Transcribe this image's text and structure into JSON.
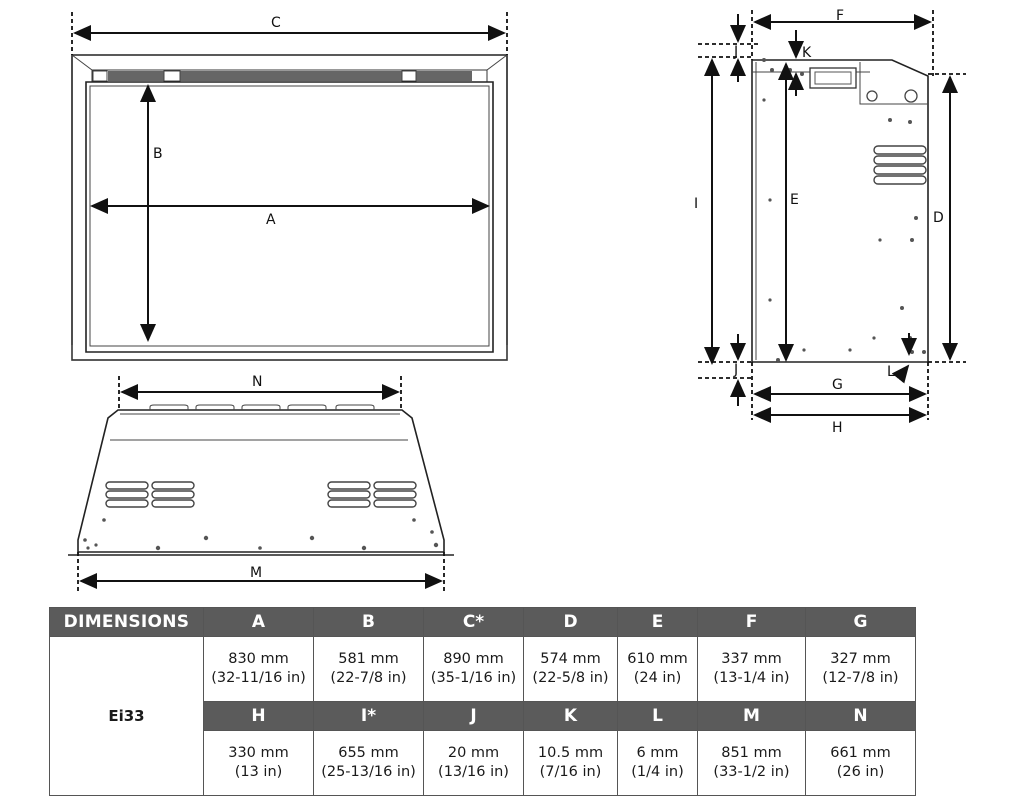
{
  "diagram_labels": {
    "A": "A",
    "B": "B",
    "C": "C",
    "D": "D",
    "E": "E",
    "F": "F",
    "G": "G",
    "H": "H",
    "I": "I",
    "J": "J",
    "K": "K",
    "L": "L",
    "M": "M",
    "N": "N"
  },
  "table": {
    "title": "DIMENSIONS",
    "model": "Ei33",
    "row1": [
      {
        "key": "A",
        "mm": "830 mm",
        "in": "(32-11/16 in)"
      },
      {
        "key": "B",
        "mm": "581 mm",
        "in": "(22-7/8 in)"
      },
      {
        "key": "C*",
        "mm": "890 mm",
        "in": "(35-1/16 in)"
      },
      {
        "key": "D",
        "mm": "574 mm",
        "in": "(22-5/8 in)"
      },
      {
        "key": "E",
        "mm": "610 mm",
        "in": "(24 in)"
      },
      {
        "key": "F",
        "mm": "337 mm",
        "in": "(13-1/4 in)"
      },
      {
        "key": "G",
        "mm": "327 mm",
        "in": "(12-7/8 in)"
      }
    ],
    "row2": [
      {
        "key": "H",
        "mm": "330 mm",
        "in": "(13 in)"
      },
      {
        "key": "I*",
        "mm": "655 mm",
        "in": "(25-13/16 in)"
      },
      {
        "key": "J",
        "mm": "20 mm",
        "in": "(13/16 in)"
      },
      {
        "key": "K",
        "mm": "10.5 mm",
        "in": "(7/16 in)"
      },
      {
        "key": "L",
        "mm": "6 mm",
        "in": "(1/4 in)"
      },
      {
        "key": "M",
        "mm": "851 mm",
        "in": "(33-1/2 in)"
      },
      {
        "key": "N",
        "mm": "661 mm",
        "in": "(26 in)"
      }
    ]
  }
}
